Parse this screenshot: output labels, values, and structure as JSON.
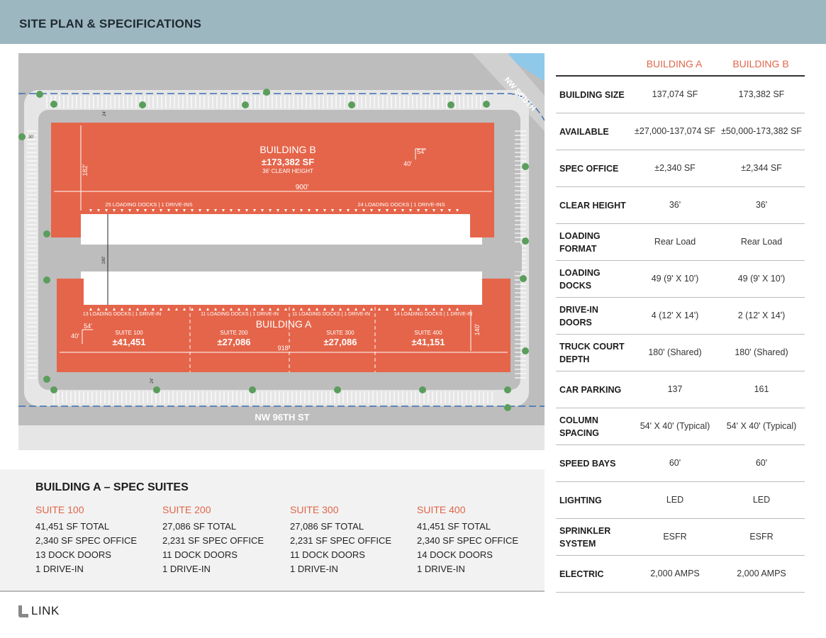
{
  "header": {
    "title": "SITE PLAN & SPECIFICATIONS"
  },
  "map": {
    "building_b": {
      "name": "BUILDING B",
      "size": "±173,382 SF",
      "clear_height": "36' CLEAR HEIGHT",
      "width_dim": "900'",
      "depth_dim": "182'",
      "col_w": "54'",
      "col_d": "40'",
      "docks_left": "25 LOADING DOCKS | 1 DRIVE-INS",
      "docks_right": "24 LOADING DOCKS | 1 DRIVE-INS"
    },
    "building_a": {
      "name": "BUILDING A",
      "width_dim": "918'",
      "depth_dim": "140'",
      "col_w": "54'",
      "col_d": "40'",
      "suites": [
        {
          "label": "SUITE 100",
          "size": "±41,451",
          "docks": "13 LOADING DOCKS | 1 DRIVE-IN"
        },
        {
          "label": "SUITE 200",
          "size": "±27,086",
          "docks": "11 LOADING DOCKS | 1 DRIVE-IN"
        },
        {
          "label": "SUITE 300",
          "size": "±27,086",
          "docks": "11 LOADING DOCKS | 1 DRIVE-IN"
        },
        {
          "label": "SUITE 400",
          "size": "±41,151",
          "docks": "14 LOADING DOCKS | 1 DRIVE-IN"
        }
      ]
    },
    "truck_court_dim": "180'",
    "drive_dim_top": "24'",
    "drive_dim_bottom": "24'",
    "setback_dim": "30'",
    "streets": {
      "south": "NW 96TH ST",
      "east": "NW SOUTH"
    }
  },
  "suites_panel": {
    "title": "BUILDING A – SPEC SUITES",
    "suites": [
      {
        "title": "SUITE 100",
        "lines": [
          "41,451 SF TOTAL",
          "2,340 SF SPEC OFFICE",
          "13 DOCK DOORS",
          "1 DRIVE-IN"
        ]
      },
      {
        "title": "SUITE 200",
        "lines": [
          "27,086 SF TOTAL",
          "2,231 SF SPEC OFFICE",
          "11 DOCK DOORS",
          "1 DRIVE-IN"
        ]
      },
      {
        "title": "SUITE 300",
        "lines": [
          "27,086 SF TOTAL",
          "2,231 SF SPEC OFFICE",
          "11 DOCK DOORS",
          "1 DRIVE-IN"
        ]
      },
      {
        "title": "SUITE 400",
        "lines": [
          "41,451 SF TOTAL",
          "2,340 SF SPEC OFFICE",
          "14 DOCK DOORS",
          "1 DRIVE-IN"
        ]
      }
    ]
  },
  "specs": {
    "col_a": "BUILDING A",
    "col_b": "BUILDING B",
    "rows": [
      {
        "label": "BUILDING SIZE",
        "a": "137,074 SF",
        "b": "173,382 SF"
      },
      {
        "label": "AVAILABLE",
        "a": "±27,000-137,074 SF",
        "b": "±50,000-173,382 SF"
      },
      {
        "label": "SPEC OFFICE",
        "a": "±2,340 SF",
        "b": "±2,344 SF"
      },
      {
        "label": "CLEAR HEIGHT",
        "a": "36'",
        "b": "36'"
      },
      {
        "label": "LOADING FORMAT",
        "a": "Rear Load",
        "b": "Rear Load"
      },
      {
        "label": "LOADING DOCKS",
        "a": "49 (9' X 10')",
        "b": "49 (9' X 10')"
      },
      {
        "label": "DRIVE-IN DOORS",
        "a": "4 (12' X 14')",
        "b": "2 (12' X 14')"
      },
      {
        "label": "TRUCK COURT DEPTH",
        "a": "180' (Shared)",
        "b": "180' (Shared)"
      },
      {
        "label": "CAR PARKING",
        "a": "137",
        "b": "161"
      },
      {
        "label": "COLUMN SPACING",
        "a": "54' X 40' (Typical)",
        "b": "54' X 40' (Typical)"
      },
      {
        "label": "SPEED BAYS",
        "a": "60'",
        "b": "60'"
      },
      {
        "label": "LIGHTING",
        "a": "LED",
        "b": "LED"
      },
      {
        "label": "SPRINKLER SYSTEM",
        "a": "ESFR",
        "b": "ESFR"
      },
      {
        "label": "ELECTRIC",
        "a": "2,000 AMPS",
        "b": "2,000 AMPS"
      }
    ]
  },
  "logo": {
    "text": "LINK"
  },
  "colors": {
    "header": "#9db7c1",
    "building": "#e5654a",
    "accent": "#e0654a"
  }
}
